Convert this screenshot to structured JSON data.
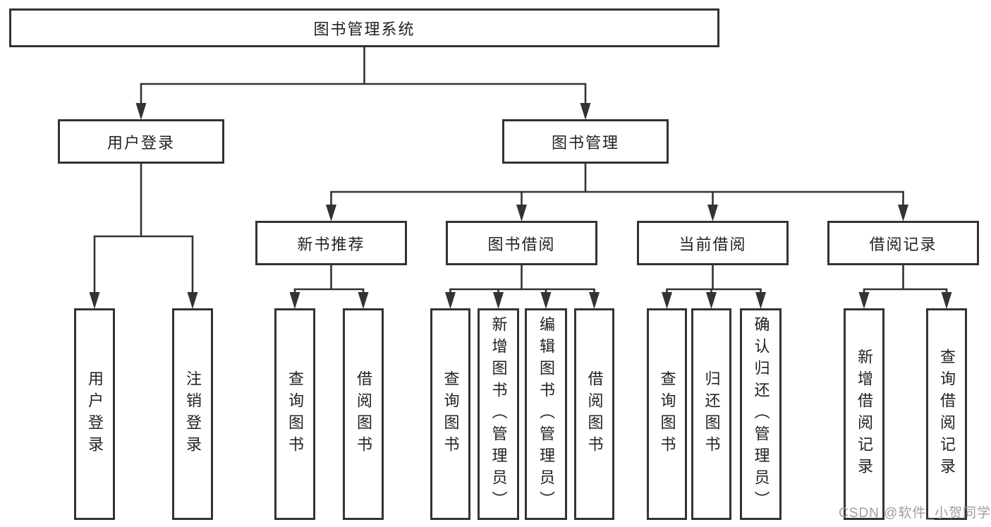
{
  "diagram_title": "图书管理系统",
  "nodes": {
    "root": "图书管理系统",
    "user_login": "用户登录",
    "book_mgmt": "图书管理",
    "new_book_rec": "新书推荐",
    "book_borrow": "图书借阅",
    "current_borrow": "当前借阅",
    "borrow_records": "借阅记录",
    "leaf_user_login": "用户登录",
    "leaf_logout": "注销登录",
    "leaf_nb_query": "查询图书",
    "leaf_nb_borrow": "借阅图书",
    "leaf_bb_query": "查询图书",
    "leaf_bb_add": "新增图书（管理员）",
    "leaf_bb_edit": "编辑图书（管理员）",
    "leaf_bb_borrow": "借阅图书",
    "leaf_cb_query": "查询图书",
    "leaf_cb_return": "归还图书",
    "leaf_cb_confirm": "确认归还（管理员）",
    "leaf_br_add": "新增借阅记录",
    "leaf_br_query": "查询借阅记录"
  },
  "tree": {
    "图书管理系统": [
      "用户登录",
      "图书管理"
    ],
    "用户登录": [
      "用户登录",
      "注销登录"
    ],
    "图书管理": [
      "新书推荐",
      "图书借阅",
      "当前借阅",
      "借阅记录"
    ],
    "新书推荐": [
      "查询图书",
      "借阅图书"
    ],
    "图书借阅": [
      "查询图书",
      "新增图书（管理员）",
      "编辑图书（管理员）",
      "借阅图书"
    ],
    "当前借阅": [
      "查询图书",
      "归还图书",
      "确认归还（管理员）"
    ],
    "借阅记录": [
      "新增借阅记录",
      "查询借阅记录"
    ]
  },
  "watermark": "CSDN @软件_小贺同学",
  "colors": {
    "line": "#333333",
    "text": "#222222",
    "watermark": "#9e9e9e",
    "background": "#ffffff"
  }
}
